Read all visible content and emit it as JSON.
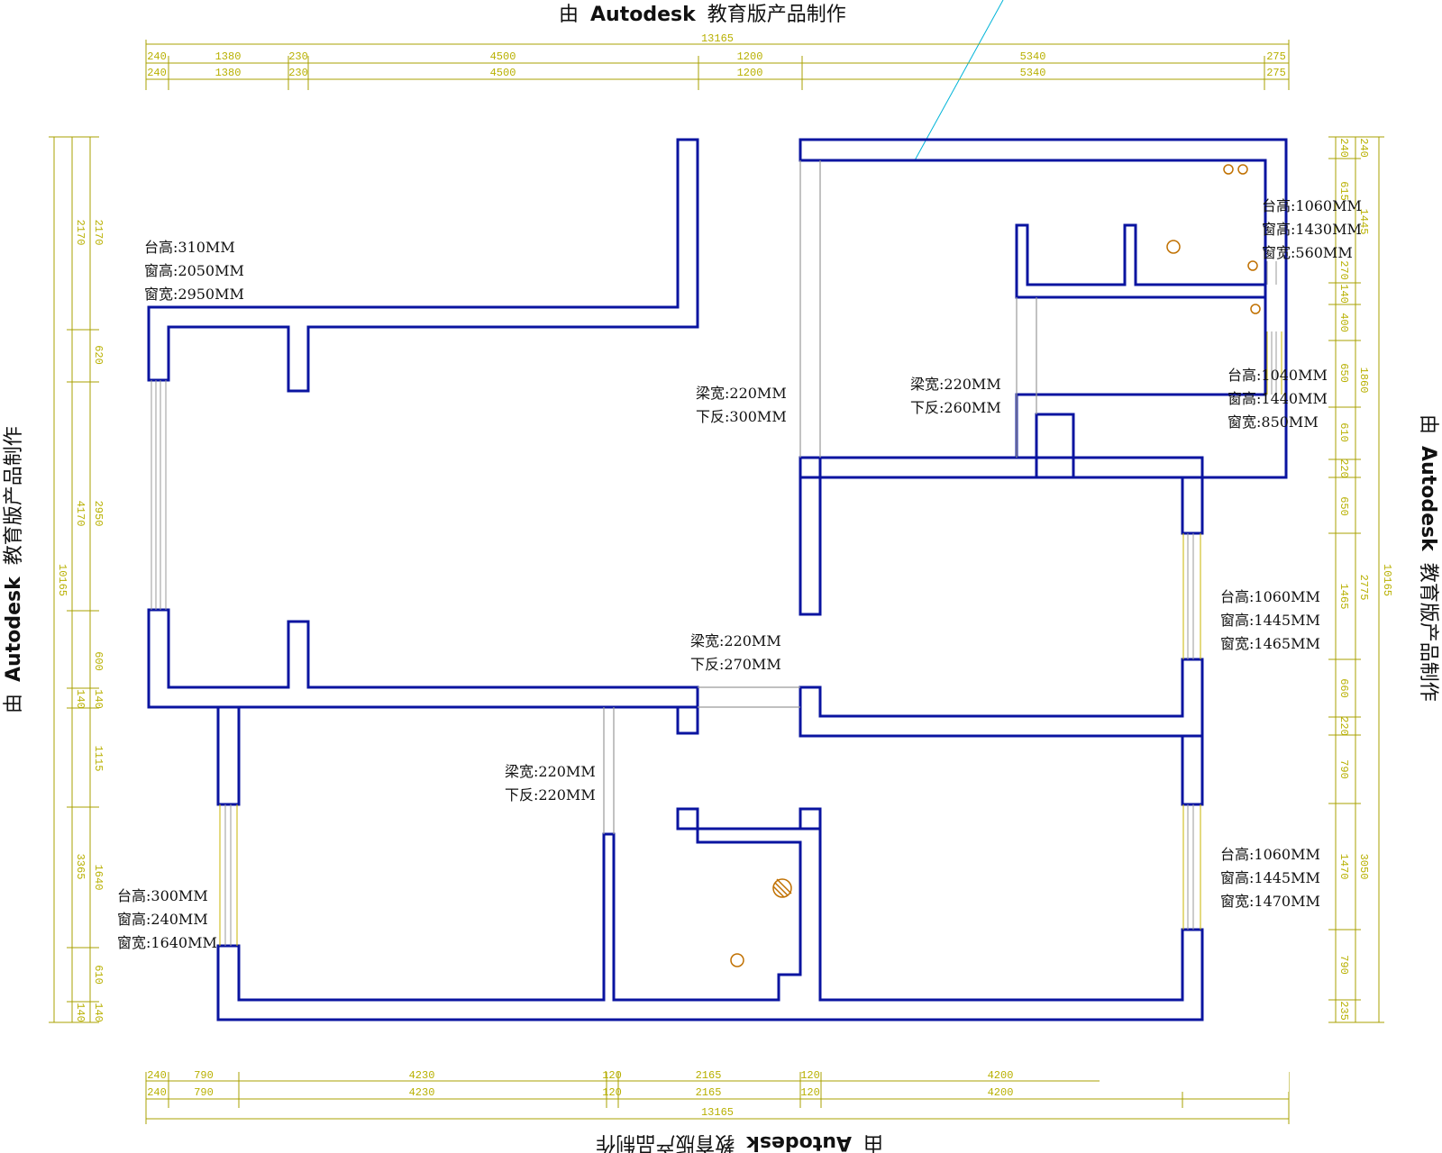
{
  "watermark": {
    "prefix": "由",
    "brand": "Autodesk",
    "suffix": "教育版产品制作"
  },
  "dimensions": {
    "top_total": "13165",
    "top_row": [
      "240",
      "1380",
      "230",
      "4500",
      "1200",
      "5340",
      "275"
    ],
    "bottom_total": "13165",
    "bottom_row": [
      "240",
      "790",
      "4230",
      "120",
      "2165",
      "120",
      "4200"
    ],
    "left_total": "10165",
    "left_outer": [
      "2170",
      "620",
      "4170",
      "600",
      "140",
      "3365",
      "140"
    ],
    "left_inner": [
      "2950",
      "1115",
      "1640",
      "610"
    ],
    "right_total": "10165",
    "right_outer": [
      "240",
      "1445",
      "1860",
      "2775",
      "3050"
    ],
    "right_inner": [
      "615",
      "270",
      "140",
      "400",
      "650",
      "610",
      "220",
      "650",
      "1465",
      "660",
      "220",
      "790",
      "1470",
      "790",
      "235"
    ]
  },
  "annotations": {
    "win_top_left": [
      "台高:310MM",
      "窗高:2050MM",
      "窗宽:2950MM"
    ],
    "win_top_right": [
      "台高:1060MM",
      "窗高:1430MM",
      "窗宽:560MM"
    ],
    "win_mid_right": [
      "台高:1040MM",
      "窗高:1440MM",
      "窗宽:850MM"
    ],
    "win_right_upper": [
      "台高:1060MM",
      "窗高:1445MM",
      "窗宽:1465MM"
    ],
    "win_right_lower": [
      "台高:1060MM",
      "窗高:1445MM",
      "窗宽:1470MM"
    ],
    "win_bottom_left": [
      "台高:300MM",
      "窗高:240MM",
      "窗宽:1640MM"
    ],
    "beam_center_top": [
      "梁宽:220MM",
      "下反:300MM"
    ],
    "beam_right_top": [
      "梁宽:220MM",
      "下反:260MM"
    ],
    "beam_center": [
      "梁宽:220MM",
      "下反:270MM"
    ],
    "beam_bottom": [
      "梁宽:220MM",
      "下反:220MM"
    ]
  },
  "colors": {
    "wall": "#0a14a0",
    "dimension": "#b8b000",
    "fixture": "#c07000",
    "leader": "#00b4d8"
  }
}
